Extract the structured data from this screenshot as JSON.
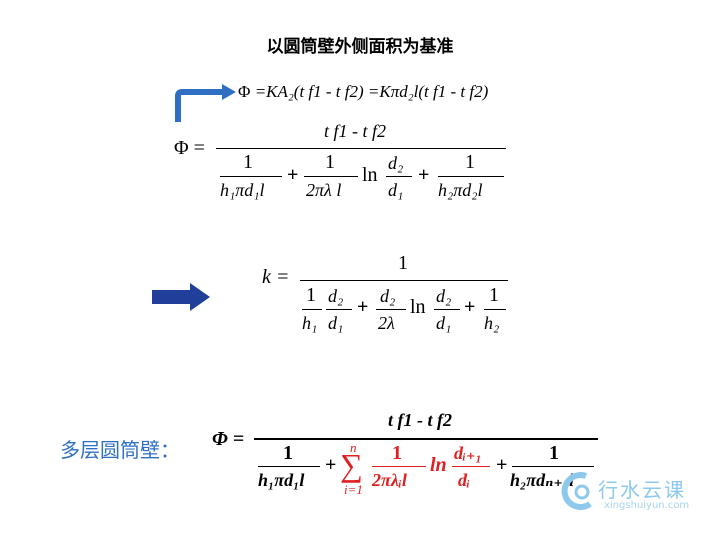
{
  "title": "以圆筒壁外侧面积为基准",
  "eq_overall": {
    "lhs": "Φ",
    "text": "=KA₂(t f1 - t f2) =Kπd₂l(t f1 - t f2)"
  },
  "eq_phi": {
    "lhs": "Φ =",
    "numerator": "t f1 - t f2",
    "term1": {
      "num": "1",
      "den": "h₁πd₁l"
    },
    "plus": "+",
    "term2": {
      "num": "1",
      "den": "2πλ l"
    },
    "ln": "ln",
    "ratio": {
      "num": "d₂",
      "den": "d₁"
    },
    "term3": {
      "num": "1",
      "den": "h₂πd₂l"
    }
  },
  "eq_k": {
    "lhs": "k =",
    "numerator": "1",
    "t1": {
      "num": "1",
      "den": "h₁"
    },
    "t2": {
      "num": "d₂",
      "den": "d₁"
    },
    "plus": "+",
    "t3": {
      "num": "d₂",
      "den": "2λ"
    },
    "ln": "ln",
    "t4": {
      "num": "d₂",
      "den": "d₁"
    },
    "t5": {
      "num": "1",
      "den": "h₂"
    }
  },
  "multilayer": {
    "label": "多层圆筒壁：",
    "lhs": "Φ =",
    "numerator": "t f1 - t f2",
    "t1": {
      "num": "1",
      "den": "h₁πd₁l"
    },
    "sum_top": "n",
    "sum_symbol": "∑",
    "sum_bottom": "i=1",
    "t2": {
      "num": "1",
      "den": "2πλᵢl"
    },
    "ln": "ln",
    "t3": {
      "num": "dᵢ₊₁",
      "den": "dᵢ"
    },
    "t4": {
      "num": "1",
      "den": "h₂πdₙ₊₁l"
    }
  },
  "watermark": {
    "main": "行水云课",
    "sub": "xingshuiyun.com"
  },
  "colors": {
    "arrow_blue": "#2e6fc4",
    "arrow_navy": "#1f3f9a",
    "red": "#e02020",
    "label_blue": "#2e6fc4"
  }
}
